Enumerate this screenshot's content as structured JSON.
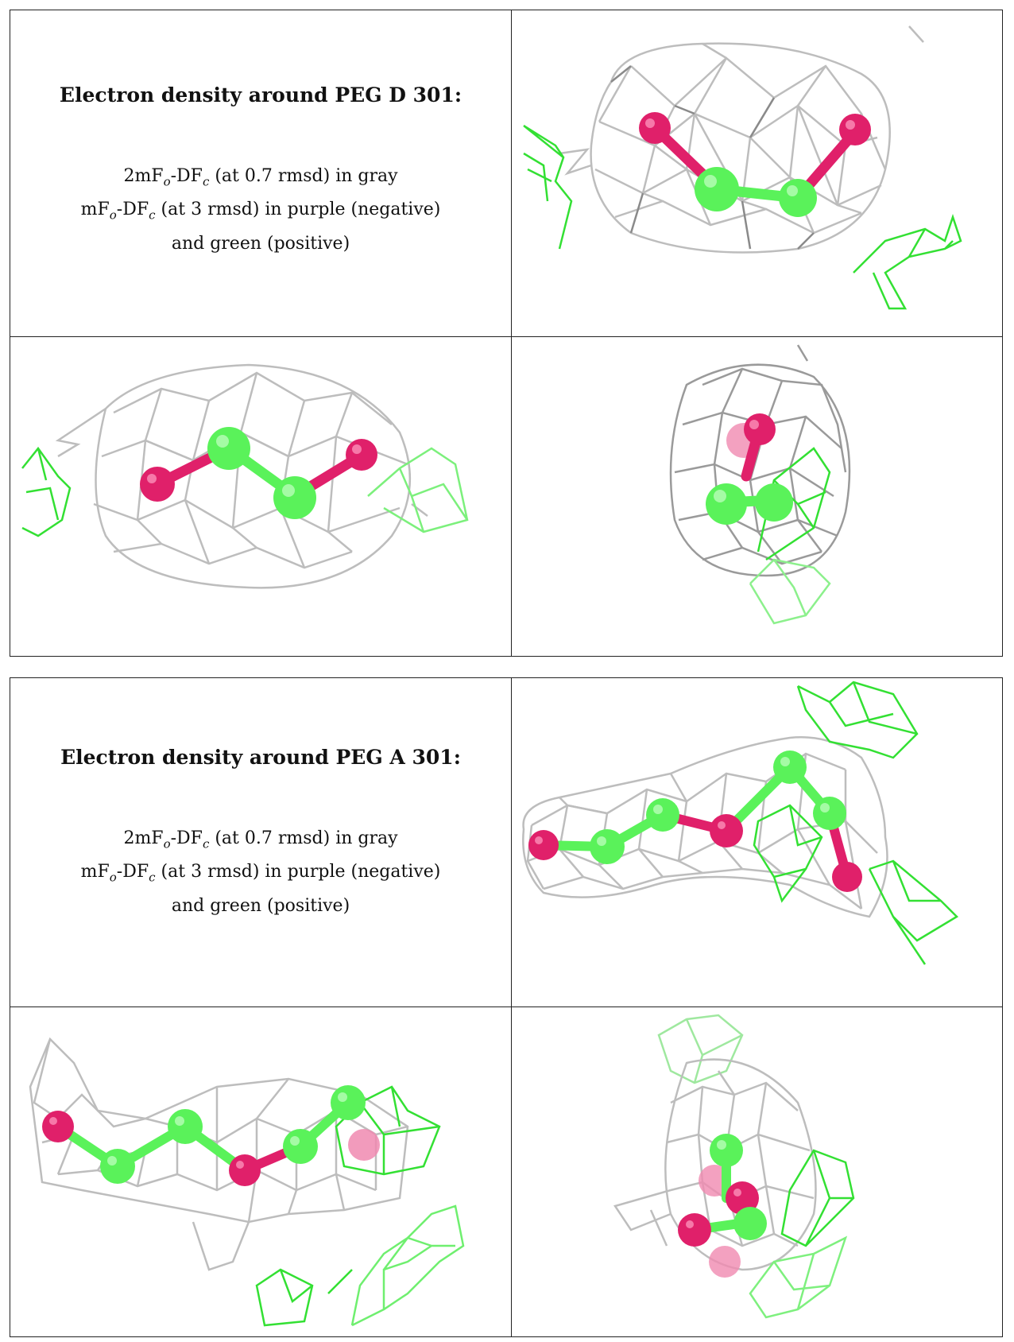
{
  "panels": [
    {
      "title": "Electron density around PEG D 301:",
      "legend": [
        [
          "2mF",
          "o",
          "-DF",
          "c",
          " (at 0.7 rmsd) in gray"
        ],
        [
          "mF",
          "o",
          "-DF",
          "c",
          " (at 3 rmsd) in purple (negative)"
        ],
        [
          "and green (positive)"
        ]
      ]
    },
    {
      "title": "Electron density around PEG A 301:",
      "legend": [
        [
          "2mF",
          "o",
          "-DF",
          "c",
          " (at 0.7 rmsd) in gray"
        ],
        [
          "mF",
          "o",
          "-DF",
          "c",
          " (at 3 rmsd) in purple (negative)"
        ],
        [
          "and green (positive)"
        ]
      ]
    }
  ],
  "colors": {
    "mesh_gray": "#b8b8b8",
    "mesh_dark": "#7a7a7a",
    "positive_green": "#33e033",
    "carbon_green": "#5af25a",
    "oxygen_magenta": "#e0206a",
    "border": "#222222"
  }
}
